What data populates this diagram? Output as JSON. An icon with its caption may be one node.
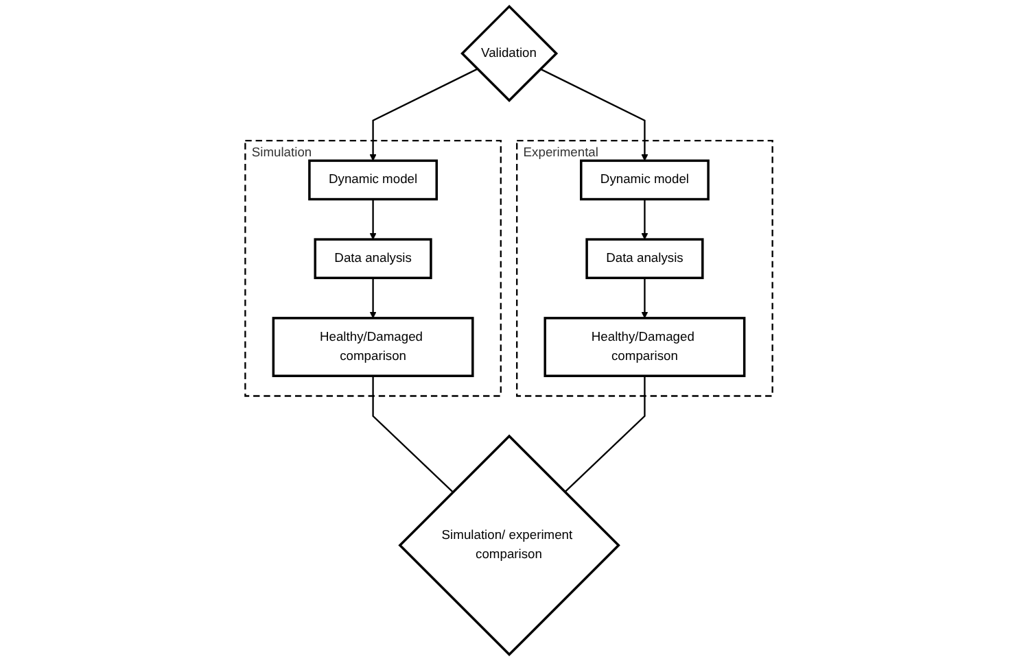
{
  "diagram": {
    "nodes": [
      {
        "text": [
          "Simulation"
        ]
      },
      {
        "text": [
          "Dynamic model"
        ],
        "in": 0
      },
      {
        "text": [
          "Data analysis"
        ],
        "in": 0
      },
      {
        "text": [
          "Healthy/Damaged comparison"
        ],
        "in": 0
      },
      {
        "text": [
          "Validation"
        ]
      },
      {
        "text": [
          "Experimental"
        ]
      },
      {
        "text": [
          "Dynamic model"
        ],
        "in": 5
      },
      {
        "text": [
          "Data analysis"
        ],
        "in": 5
      },
      {
        "text": [
          "Healthy/Damaged comparison"
        ],
        "in": 5
      },
      {
        "text": [
          "Simulation/ experiment comparison"
        ]
      }
    ],
    "edges": [
      {
        "from": 4,
        "to": 1,
        "arrow": "to"
      },
      {
        "from": 4,
        "to": 6,
        "arrow": "to"
      },
      {
        "from": 1,
        "to": 2,
        "arrow": "to"
      },
      {
        "from": 2,
        "to": 3,
        "arrow": "to"
      },
      {
        "from": 6,
        "to": 7,
        "arrow": "to"
      },
      {
        "from": 7,
        "to": 8,
        "arrow": "to"
      },
      {
        "from": 3,
        "to": 9,
        "arrow": "none"
      },
      {
        "from": 8,
        "to": 9,
        "arrow": "none"
      }
    ]
  }
}
